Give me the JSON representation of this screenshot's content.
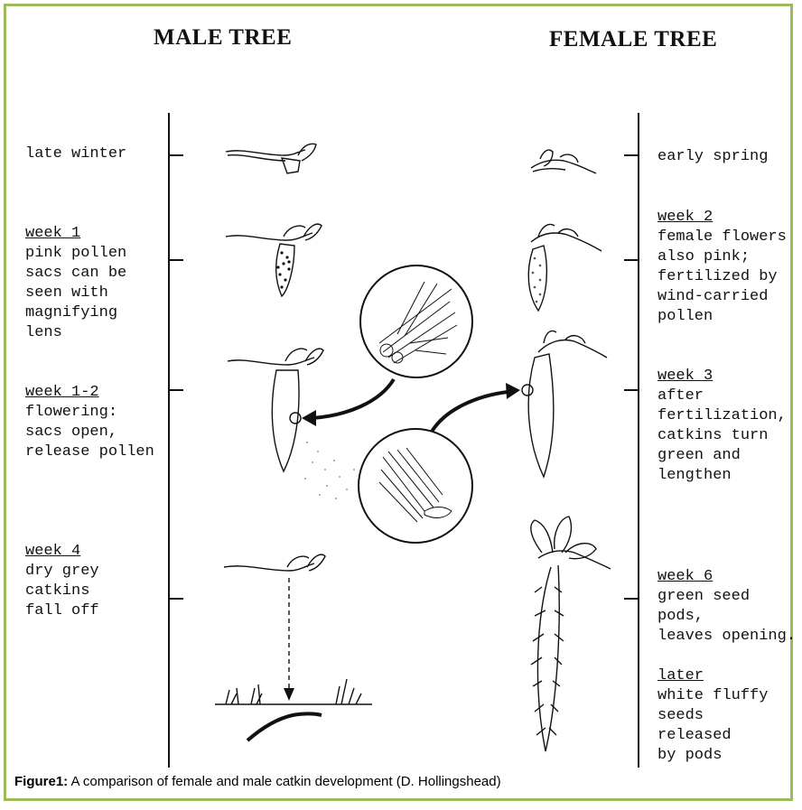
{
  "headings": {
    "male": "MALE TREE",
    "female": "FEMALE TREE"
  },
  "male_stages": [
    {
      "title": "",
      "lines": [
        "late winter"
      ]
    },
    {
      "title": "week 1",
      "lines": [
        "pink pollen",
        "sacs can be",
        "seen with",
        "magnifying",
        "lens"
      ]
    },
    {
      "title": "week 1-2",
      "lines": [
        "flowering:",
        "sacs open,",
        "release pollen"
      ]
    },
    {
      "title": "week 4",
      "lines": [
        "dry grey",
        "catkins",
        "fall off"
      ]
    }
  ],
  "female_stages": [
    {
      "title": "",
      "lines": [
        "early spring"
      ]
    },
    {
      "title": "week 2",
      "lines": [
        "female flowers",
        "also pink;",
        "fertilized by",
        "wind-carried",
        "pollen"
      ]
    },
    {
      "title": "week 3",
      "lines": [
        "after",
        "fertilization,",
        "catkins turn",
        "green and",
        "lengthen"
      ]
    },
    {
      "title": "week 6",
      "lines": [
        "green seed",
        "pods,",
        "leaves opening."
      ]
    },
    {
      "title": "later",
      "lines": [
        "white fluffy",
        "seeds",
        "released",
        "by pods"
      ]
    }
  ],
  "caption": {
    "label": "Figure1:",
    "text": " A comparison of female and male catkin development (D. Hollingshead)"
  },
  "colors": {
    "border": "#9bbb59",
    "ink": "#111111"
  }
}
